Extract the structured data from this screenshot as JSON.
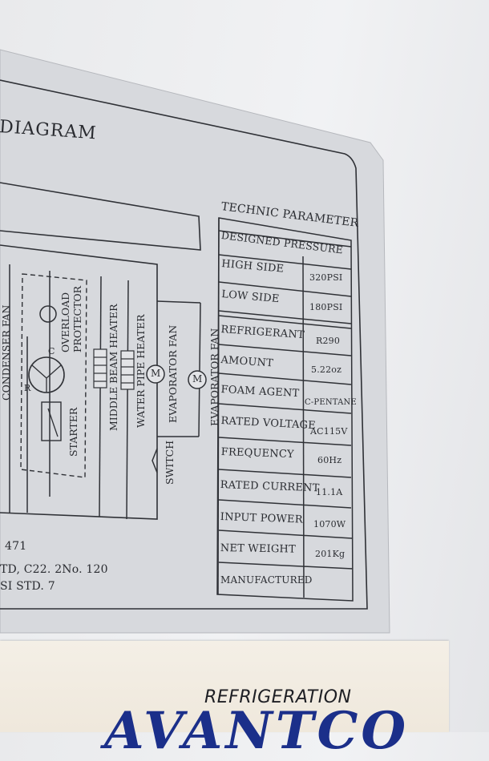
{
  "diagram_title": "DIAGRAM",
  "table": {
    "title": "TECHNIC PARAMETER",
    "pressure_header": "DESIGNED PRESSURE",
    "rows": [
      {
        "label": "HIGH SIDE",
        "value": "320PSI"
      },
      {
        "label": "LOW SIDE",
        "value": "180PSI"
      },
      {
        "label": "REFRIGERANT",
        "value": "R290"
      },
      {
        "label": "AMOUNT",
        "value": "5.22oz"
      },
      {
        "label": "FOAM AGENT",
        "value": "C-PENTANE"
      },
      {
        "label": "RATED VOLTAGE",
        "value": "AC115V"
      },
      {
        "label": "FREQUENCY",
        "value": "60Hz"
      },
      {
        "label": "RATED CURRENT",
        "value": "11.1A"
      },
      {
        "label": "INPUT POWER",
        "value": "1070W"
      },
      {
        "label": "NET WEIGHT",
        "value": "201Kg"
      },
      {
        "label": "MANUFACTURED",
        "value": ""
      }
    ]
  },
  "components": {
    "condenser_fan": "CONDENSER FAN",
    "overload_protector": "OVERLOAD PROTECTOR",
    "starter": "STARTER",
    "middle_beam_heater": "MIDDLE BEAM HEATER",
    "water_pipe_heater": "WATER PIPE HEATER",
    "evaporator_fan_1": "EVAPORATOR FAN",
    "evaporator_fan_2": "EVAPORATOR FAN",
    "switch": "SWITCH",
    "motor_symbol": "M",
    "compressor_c": "C",
    "compressor_r": "R"
  },
  "standards": [
    "471",
    "TD, C22. 2No. 120",
    "SI STD. 7"
  ],
  "label_card": {
    "subtitle": "REFRIGERATION",
    "brand": "AVANTCO"
  },
  "colors": {
    "plate": "#d9dbdf",
    "ink": "#2a2c31",
    "brand_blue": "#1b2f8a",
    "paper": "#f2ece2"
  }
}
